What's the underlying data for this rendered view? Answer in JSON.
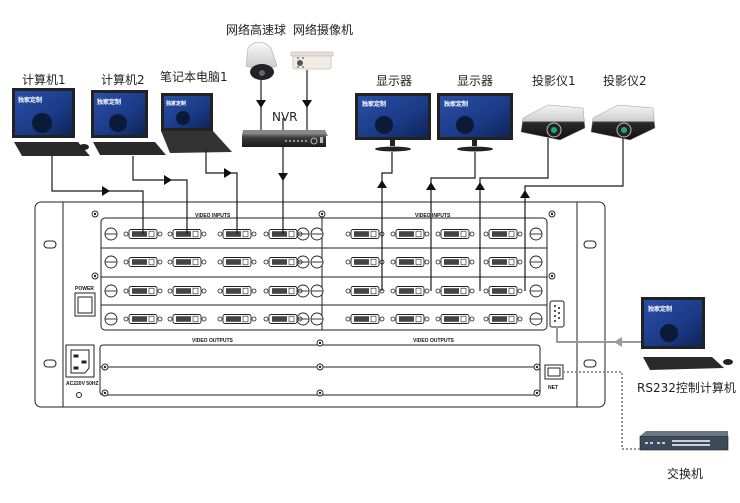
{
  "diagram": {
    "title": "视频矩阵系统连接示意图",
    "devices": {
      "pc1": {
        "label": "计算机1",
        "screen_text": "独家定制"
      },
      "pc2": {
        "label": "计算机2",
        "screen_text": "独家定制"
      },
      "laptop1": {
        "label": "笔记本电脑1",
        "screen_text": "独家定制"
      },
      "speed_dome": {
        "label": "网络高速球"
      },
      "ip_camera": {
        "label": "网络摄像机"
      },
      "nvr": {
        "label": "NVR"
      },
      "display1": {
        "label": "显示器",
        "screen_text": "独家定制"
      },
      "display2": {
        "label": "显示器",
        "screen_text": "独家定制"
      },
      "projector1": {
        "label": "投影仪1"
      },
      "projector2": {
        "label": "投影仪2"
      },
      "rs232_pc": {
        "label": "RS232控制计算机",
        "screen_text": "独家定制"
      },
      "switch": {
        "label": "交换机"
      }
    },
    "chassis": {
      "video_inputs_label": "VIDEO INPUTS",
      "video_outputs_label": "VIDEO OUTPUTS",
      "power_label": "POWER",
      "ac_label": "AC220V 50HZ",
      "net_label": "NET",
      "port_rows": 4,
      "ports_per_row_per_side": 4
    },
    "colors": {
      "line": "#1a1a1a",
      "rs232_line": "#9a9a9a",
      "net_line": "#8a8a8a",
      "screen_blue": "#1d3f8a",
      "chassis_stroke": "#222222"
    }
  }
}
